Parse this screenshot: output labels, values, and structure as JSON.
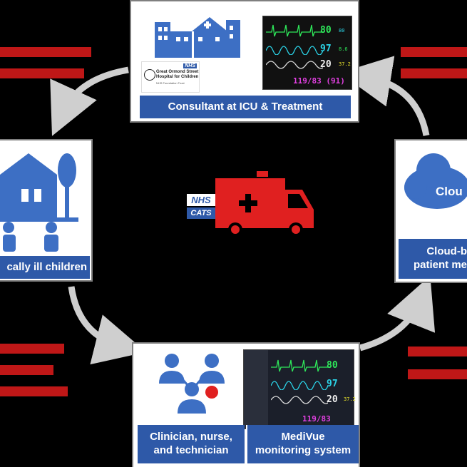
{
  "icu": {
    "banner": "Consultant at ICU & Treatment",
    "logo_nhs": "NHS",
    "logo_line1": "Great Ormond Street",
    "logo_line2": "Hospital for Children",
    "logo_line3": "NHS Foundation Trust"
  },
  "home": {
    "banner": "cally ill children"
  },
  "cloud": {
    "label": "Clou",
    "banner_line1": "Cloud-b",
    "banner_line2": "patient me"
  },
  "clinician": {
    "left_line1": "Clinician, nurse,",
    "left_line2": "and technician",
    "right_line1": "MediVue",
    "right_line2": "monitoring system"
  },
  "center": {
    "nhs_logo": "NHS",
    "cats_label": "CATS"
  },
  "monitor_values": {
    "hr": "80",
    "spo2": "97",
    "rr": "20",
    "bp": "119/83 (91)",
    "side1": "80",
    "side2": "8.6",
    "side3": "37.2"
  },
  "colors": {
    "banner_blue": "#2e59a8",
    "icon_blue": "#3d6fc4",
    "red_text": "#e01b1b",
    "ambulance_red": "#e02020",
    "green": "#2ee85a",
    "cyan": "#2bd4e8",
    "yellow": "#e8e22b",
    "magenta": "#e040e0"
  }
}
